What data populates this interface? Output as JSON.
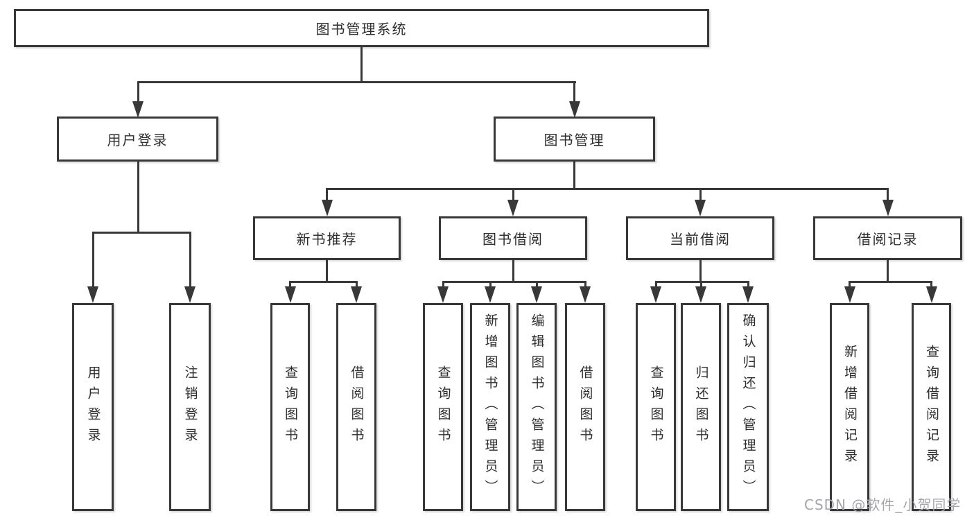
{
  "watermark": "CSDN @软件_小贺同学",
  "colors": {
    "line": "#383838",
    "box_border": "#383838",
    "box_fill": "#ffffff",
    "text": "#2e2e2e",
    "watermark": "#a5a5aa"
  },
  "nodes": {
    "root": {
      "label": "图书管理系统"
    },
    "user_login": {
      "label": "用户登录"
    },
    "book_mgmt": {
      "label": "图书管理"
    },
    "new_book_rec": {
      "label": "新书推荐"
    },
    "book_borrow": {
      "label": "图书借阅"
    },
    "current_borrow": {
      "label": "当前借阅"
    },
    "borrow_record": {
      "label": "借阅记录"
    },
    "leaf_login": {
      "label": "用户登录"
    },
    "leaf_logout": {
      "label": "注销登录"
    },
    "leaf_rec_query": {
      "label": "查询图书"
    },
    "leaf_rec_borrow": {
      "label": "借阅图书"
    },
    "leaf_bor_query": {
      "label": "查询图书"
    },
    "leaf_bor_add": {
      "label": "新增图书（管理员）"
    },
    "leaf_bor_edit": {
      "label": "编辑图书（管理员）"
    },
    "leaf_bor_borrow": {
      "label": "借阅图书"
    },
    "leaf_cur_query": {
      "label": "查询图书"
    },
    "leaf_cur_return": {
      "label": "归还图书"
    },
    "leaf_cur_confirm": {
      "label": "确认归还（管理员）"
    },
    "leaf_record_add": {
      "label": "新增借阅记录"
    },
    "leaf_record_query": {
      "label": "查询借阅记录"
    }
  }
}
